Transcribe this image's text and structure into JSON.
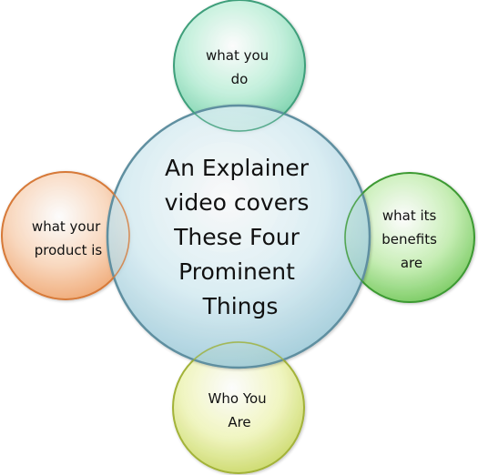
{
  "diagram": {
    "center": {
      "lines": [
        "An Explainer",
        "video covers",
        "These Four",
        "Prominent",
        "Things"
      ],
      "color": "#bfe4ef",
      "stroke": "#5f8fa0"
    },
    "top": {
      "lines": [
        "what you",
        "do"
      ],
      "color": "#9fe6c6",
      "stroke": "#3f9f7b"
    },
    "right": {
      "lines": [
        "what its",
        "benefits",
        "are"
      ],
      "color": "#9fe08a",
      "stroke": "#3d9a33"
    },
    "bottom": {
      "lines": [
        "Who You",
        "Are"
      ],
      "color": "#e6f08e",
      "stroke": "#a3b33a"
    },
    "left": {
      "lines": [
        "what your",
        "product is"
      ],
      "color": "#f7c9a3",
      "stroke": "#d77a3a"
    }
  }
}
